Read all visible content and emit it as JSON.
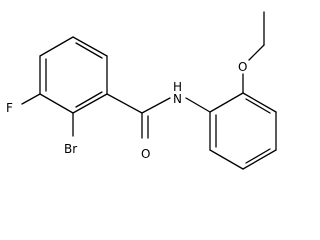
{
  "atoms": {
    "f": "F",
    "br": "Br",
    "o_carbonyl": "O",
    "nh": "N",
    "h": "H",
    "o_ether": "O"
  }
}
